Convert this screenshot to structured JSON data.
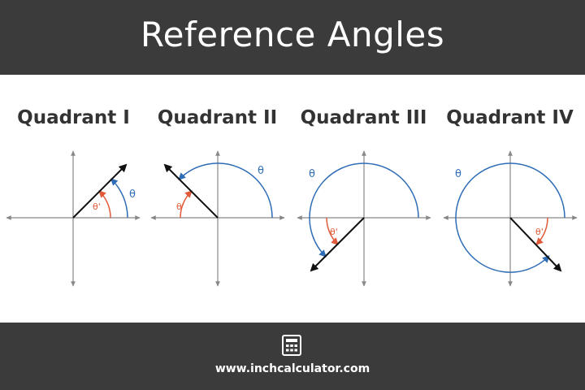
{
  "header": {
    "title": "Reference Angles"
  },
  "quadrants": [
    {
      "title": "Quadrant I",
      "theta": "θ",
      "theta_ref": "θ'"
    },
    {
      "title": "Quadrant II",
      "theta": "θ",
      "theta_ref": "θ'"
    },
    {
      "title": "Quadrant III",
      "theta": "θ",
      "theta_ref": "θ'"
    },
    {
      "title": "Quadrant IV",
      "theta": "θ",
      "theta_ref": "θ'"
    }
  ],
  "footer": {
    "url": "www.inchcalculator.com",
    "icon": "calculator-icon"
  },
  "colors": {
    "header_bg": "#3b3b3b",
    "theta_arc": "#2e6db5",
    "reference_arc": "#e05a3a",
    "axis": "#888888",
    "terminal_side": "#111111"
  }
}
